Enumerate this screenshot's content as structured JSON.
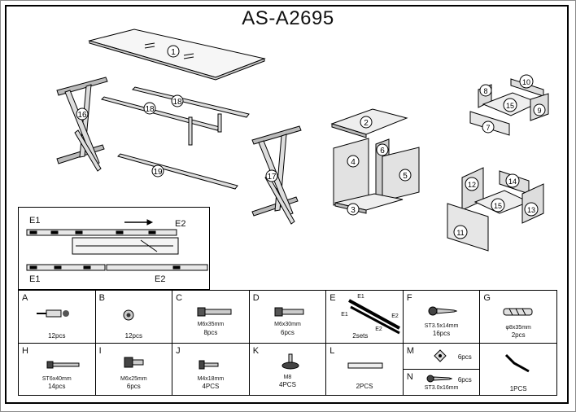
{
  "title": "AS-A2695",
  "parts": {
    "p1": "1",
    "p2": "2",
    "p3": "3",
    "p4": "4",
    "p5": "5",
    "p6": "6",
    "p7": "7",
    "p8": "8",
    "p9": "9",
    "p10": "10",
    "p11": "11",
    "p12": "12",
    "p13": "13",
    "p14": "14",
    "p15": "15",
    "p16": "16",
    "p17": "17",
    "p18": "18",
    "p19": "19"
  },
  "slide_rail": {
    "label_e1_top": "E1",
    "label_e2_top": "E2",
    "label_e1_bottom": "E1",
    "label_e2_bottom": "E2"
  },
  "hardware": [
    {
      "letter": "A",
      "spec": "",
      "qty": "12pcs",
      "icon": "cam-bolt-icon"
    },
    {
      "letter": "B",
      "spec": "",
      "qty": "12pcs",
      "icon": "cam-lock-icon"
    },
    {
      "letter": "C",
      "spec": "M6x35mm",
      "qty": "8pcs",
      "icon": "bolt-icon"
    },
    {
      "letter": "D",
      "spec": "M6x30mm",
      "qty": "6pcs",
      "icon": "bolt-icon"
    },
    {
      "letter": "E",
      "spec": "",
      "qty": "2sets",
      "icon": "drawer-slide-icon",
      "tags": [
        "E1",
        "E1",
        "E2",
        "E2"
      ]
    },
    {
      "letter": "F",
      "spec": "ST3.5x14mm",
      "qty": "16pcs",
      "icon": "screw-icon"
    },
    {
      "letter": "G",
      "spec": "φ8x35mm",
      "qty": "2pcs",
      "icon": "wood-dowel-icon"
    },
    {
      "letter": "H",
      "spec": "ST6x40mm",
      "qty": "14pcs",
      "icon": "long-screw-icon"
    },
    {
      "letter": "I",
      "spec": "M6x25mm",
      "qty": "6pcs",
      "icon": "bolt-icon"
    },
    {
      "letter": "J",
      "spec": "M4x18mm",
      "qty": "4PCS",
      "icon": "machine-screw-icon"
    },
    {
      "letter": "K",
      "spec": "M8",
      "qty": "4PCS",
      "icon": "leveling-foot-icon"
    },
    {
      "letter": "L",
      "spec": "",
      "qty": "2PCS",
      "icon": "handle-icon"
    },
    {
      "letter": "M",
      "spec": "",
      "qty": "6pcs",
      "icon": "corner-bracket-icon"
    },
    {
      "letter": "N",
      "spec": "ST3.0x16mm",
      "qty": "6pcs",
      "icon": "screw-icon"
    },
    {
      "letter": "",
      "spec": "",
      "qty": "1PCS",
      "icon": "allen-key-icon"
    }
  ]
}
